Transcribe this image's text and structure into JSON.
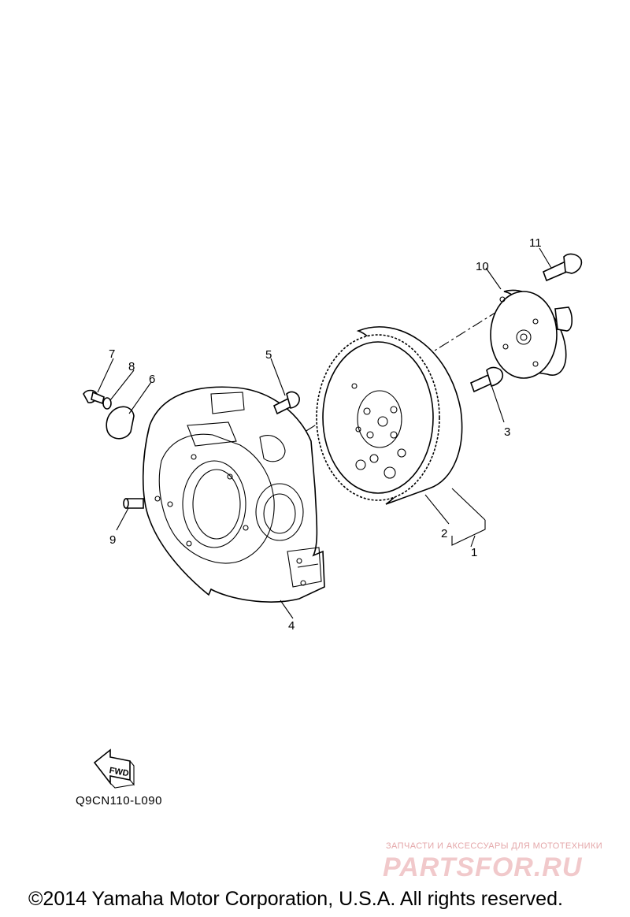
{
  "labels": {
    "l1": "1",
    "l2": "2",
    "l3": "3",
    "l4": "4",
    "l5": "5",
    "l6": "6",
    "l7": "7",
    "l8": "8",
    "l9": "9",
    "l10": "10",
    "l11": "11"
  },
  "fwd_label": "FWD",
  "diagram_code": "Q9CN110-L090",
  "watermark": {
    "tagline": "ЗАПЧАСТИ И АКСЕССУАРЫ ДЛЯ МОТОТЕХНИКИ",
    "logo": "PARTSFOR.RU"
  },
  "copyright": "©2014 Yamaha Motor Corporation, U.S.A. All rights reserved."
}
